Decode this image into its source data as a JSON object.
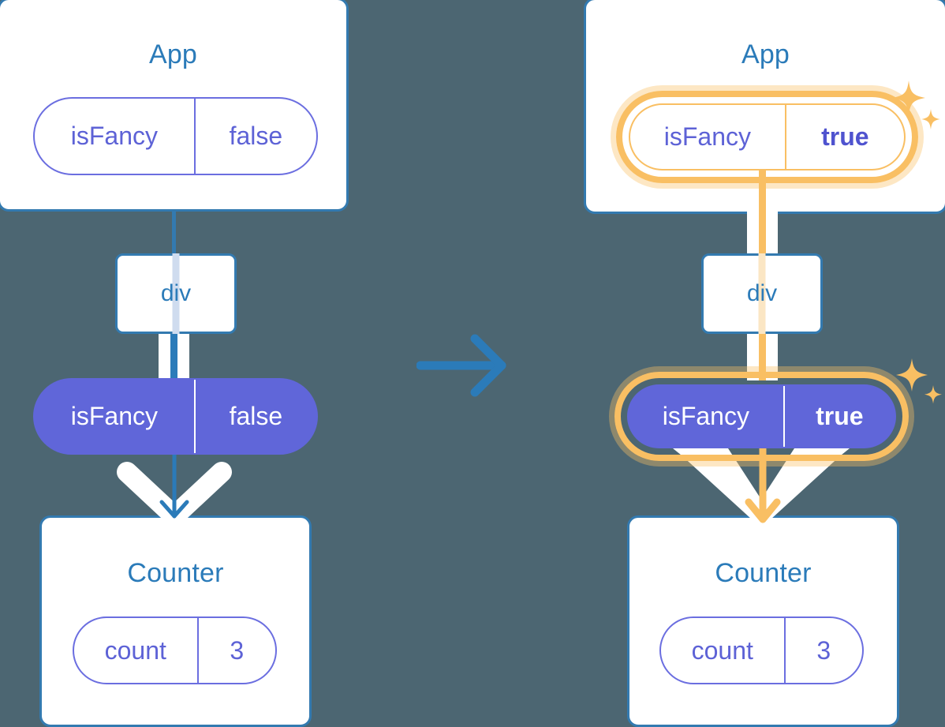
{
  "diagram": {
    "title": "React state propagation before and after isFancy changes",
    "colors": {
      "background": "#4c6672",
      "frame_border": "#337ab0",
      "frame_title_text": "#2b7bb9",
      "pill_outline": "#6b6ee0",
      "pill_solid_fill": "#6066d9",
      "highlight": "#f9bf63",
      "highlight_soft": "#fbe6c4",
      "connector_blue": "#2b7bb9",
      "arrow_white": "#ffffff"
    },
    "transition_arrow": "arrow-right-icon"
  },
  "left": {
    "app": {
      "title": "App",
      "pill": {
        "key": "isFancy",
        "value": "false",
        "value_bold": false
      }
    },
    "div_node": {
      "label": "div"
    },
    "prop_pill": {
      "key": "isFancy",
      "value": "false",
      "value_bold": false
    },
    "counter": {
      "title": "Counter",
      "pill": {
        "key": "count",
        "value": "3",
        "value_bold": false
      }
    }
  },
  "right": {
    "app": {
      "title": "App",
      "pill": {
        "key": "isFancy",
        "value": "true",
        "value_bold": true
      },
      "highlighted": true,
      "sparkle": "sparkle-icon"
    },
    "div_node": {
      "label": "div"
    },
    "prop_pill": {
      "key": "isFancy",
      "value": "true",
      "value_bold": true
    },
    "prop_highlighted": true,
    "prop_sparkle": "sparkle-icon",
    "counter": {
      "title": "Counter",
      "pill": {
        "key": "count",
        "value": "3",
        "value_bold": false
      }
    }
  }
}
